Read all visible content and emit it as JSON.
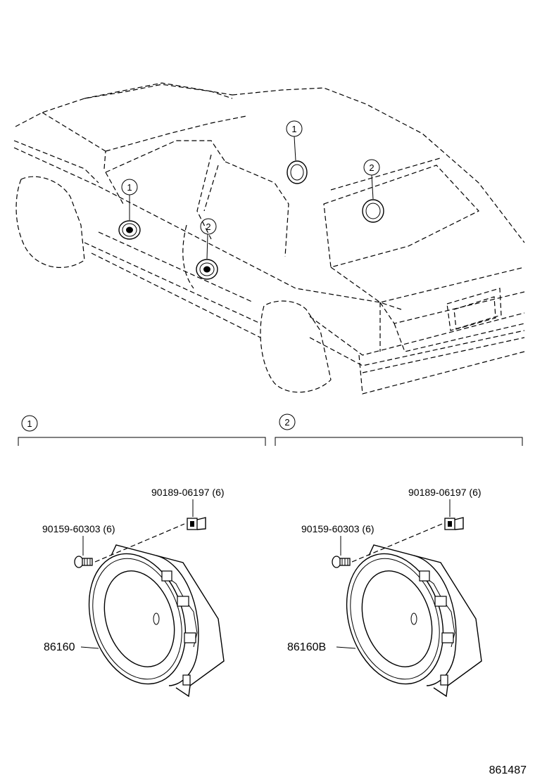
{
  "callouts": {
    "one": "1",
    "two": "2"
  },
  "groups": [
    {
      "marker": "1",
      "clip_part": "90189-06197 (6)",
      "screw_part": "90159-60303 (6)",
      "speaker_part": "86160"
    },
    {
      "marker": "2",
      "clip_part": "90189-06197 (6)",
      "screw_part": "90159-60303 (6)",
      "speaker_part": "86160B"
    }
  ],
  "diagram_id": "861487"
}
